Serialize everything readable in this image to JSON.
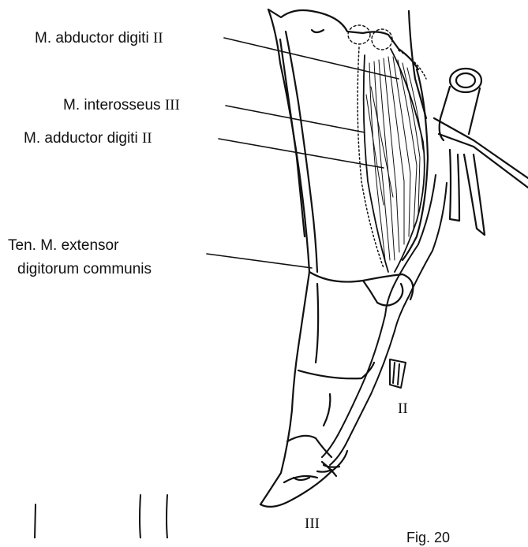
{
  "labels": {
    "abductor_prefix": "M. abductor digiti",
    "abductor_roman": "II",
    "interosseus_prefix": "M. interosseus",
    "interosseus_roman": "III",
    "adductor_prefix": "M. adductor digiti",
    "adductor_roman": "II",
    "tendon_line1": "Ten. M. extensor",
    "tendon_line2": "digitorum communis"
  },
  "digits": {
    "digit_two": "II",
    "digit_three": "III"
  },
  "figure_caption_partial": "Fig. 20"
}
